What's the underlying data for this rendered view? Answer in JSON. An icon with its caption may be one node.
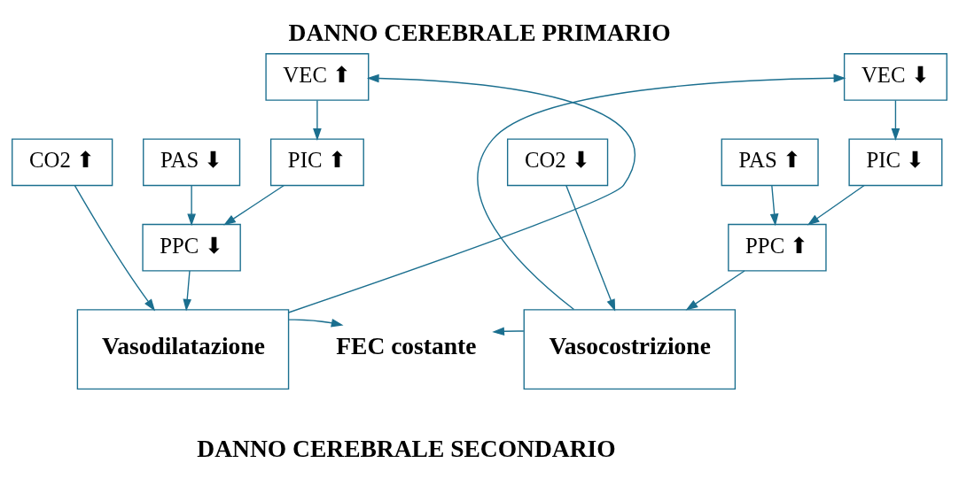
{
  "diagram": {
    "title": "DANNO CEREBRALE PRIMARIO",
    "caption": "DANNO CEREBRALE SECONDARIO",
    "nodes": [
      {
        "text": [
          "PIC ⬆"
        ]
      },
      {
        "text": [
          "PAS ⬇"
        ]
      },
      {
        "text": [
          "CO2 ⬆"
        ]
      },
      {
        "text": [
          "PPC ⬇"
        ]
      },
      {
        "text": [
          "Vasodilatazione"
        ]
      },
      {
        "text": [
          "VEC ⬆"
        ]
      },
      {
        "text": [
          "FEC costante"
        ]
      },
      {
        "text": [
          "CO2 ⬇"
        ]
      },
      {
        "text": [
          "PAS ⬆"
        ]
      },
      {
        "text": [
          "PIC ⬇"
        ]
      },
      {
        "text": [
          "PPC ⬆"
        ]
      },
      {
        "text": [
          "Vasocostrizione"
        ]
      },
      {
        "text": [
          "VEC ⬇"
        ]
      }
    ],
    "edges": [
      {
        "from": 0,
        "to": 3,
        "arrow": "to"
      },
      {
        "from": 1,
        "to": 3,
        "arrow": "to"
      },
      {
        "from": 2,
        "to": 4,
        "arrow": "to"
      },
      {
        "from": 3,
        "to": 4,
        "arrow": "to"
      },
      {
        "from": 4,
        "to": 6,
        "arrow": "to"
      },
      {
        "from": 4,
        "to": 5,
        "arrow": "to"
      },
      {
        "from": 5,
        "to": 0,
        "arrow": "to"
      },
      {
        "from": 7,
        "to": 11,
        "arrow": "to"
      },
      {
        "from": 8,
        "to": 10,
        "arrow": "to"
      },
      {
        "from": 9,
        "to": 10,
        "arrow": "to"
      },
      {
        "from": 10,
        "to": 11,
        "arrow": "to"
      },
      {
        "from": 11,
        "to": 6,
        "arrow": "to"
      },
      {
        "from": 11,
        "to": 12,
        "arrow": "to"
      },
      {
        "from": 12,
        "to": 9,
        "arrow": "to"
      }
    ]
  }
}
